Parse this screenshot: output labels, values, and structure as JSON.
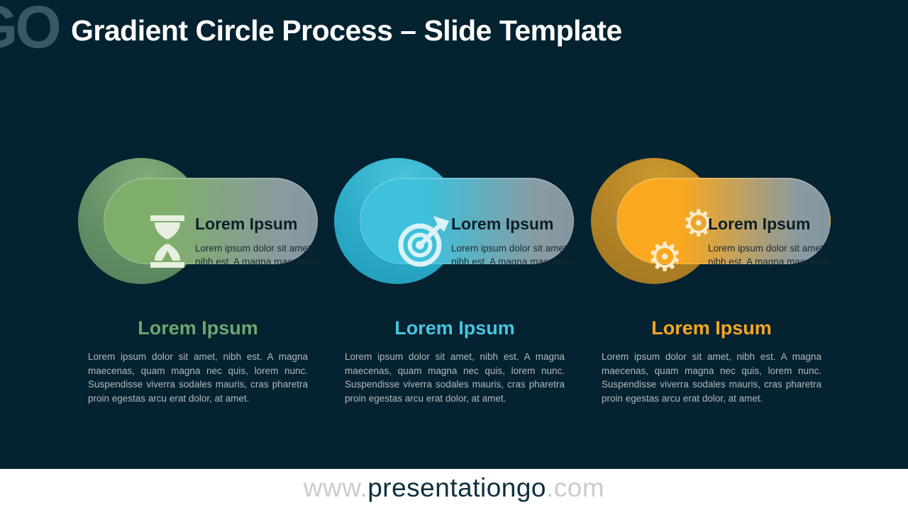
{
  "slide": {
    "logo_text": "GO",
    "title": "Gradient Circle Process – Slide Template",
    "background_color": "#04222f"
  },
  "items": [
    {
      "id": "step-1",
      "icon": "hourglass-icon",
      "icon_color": "#e7efe0",
      "accent_color": "#7fae6b",
      "circle_color": "#648e64",
      "heading_color": "#6ca671",
      "card_title": "Lorem Ipsum",
      "card_desc_line1": "Lorem ipsum dolor sit amet,",
      "card_desc_line2": "nibh est. A magna maecenas.",
      "caption_title": "Lorem Ipsum",
      "caption_body": "Lorem ipsum dolor sit amet, nibh est. A magna maecenas, quam magna nec quis, lorem nunc. Suspendisse viverra sodales mauris, cras pharetra proin egestas arcu erat dolor, at amet."
    },
    {
      "id": "step-2",
      "icon": "target-icon",
      "icon_color": "#d9f3f8",
      "accent_color": "#3dc1dc",
      "circle_color": "#2baac7",
      "heading_color": "#46c4e2",
      "card_title": "Lorem Ipsum",
      "card_desc_line1": "Lorem ipsum dolor sit amet,",
      "card_desc_line2": "nibh est. A magna maecenas.",
      "caption_title": "Lorem Ipsum",
      "caption_body": "Lorem ipsum dolor sit amet, nibh est. A magna maecenas, quam magna nec quis, lorem nunc. Suspendisse viverra sodales mauris, cras pharetra proin egestas arcu erat dolor, at amet."
    },
    {
      "id": "step-3",
      "icon": "gears-icon",
      "icon_glyph": "⚙",
      "icon_color": "#fdeccc",
      "accent_color": "#f9a81f",
      "circle_color": "#b08228",
      "heading_color": "#f5a623",
      "card_title": "Lorem Ipsum",
      "card_desc_line1": "Lorem ipsum dolor sit amet,",
      "card_desc_line2": "nibh est. A magna maecenas.",
      "caption_title": "Lorem Ipsum",
      "caption_body": "Lorem ipsum dolor sit amet, nibh est. A magna maecenas, quam magna nec quis, lorem nunc. Suspendisse viverra sodales mauris, cras pharetra proin egestas arcu erat dolor, at amet."
    }
  ],
  "footer": {
    "prefix": "www.",
    "domain": "presentationgo",
    "suffix": ".com",
    "bar_color": "#ffffff",
    "domain_color": "#0e2f3e",
    "muted_color": "#c9cdcd"
  }
}
